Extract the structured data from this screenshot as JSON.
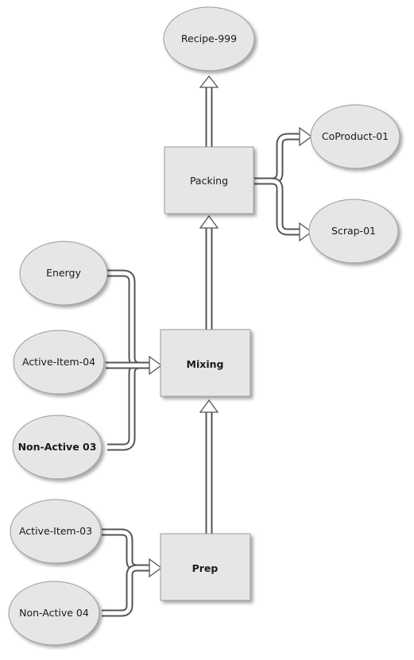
{
  "diagram": {
    "nodes": {
      "recipe": {
        "label": "Recipe-999",
        "shape": "ellipse"
      },
      "packing": {
        "label": "Packing",
        "shape": "process"
      },
      "coproduct": {
        "label": "CoProduct-01",
        "shape": "ellipse"
      },
      "scrap": {
        "label": "Scrap-01",
        "shape": "ellipse"
      },
      "energy": {
        "label": "Energy",
        "shape": "ellipse"
      },
      "active_item_04": {
        "label": "Active-Item-04",
        "shape": "ellipse"
      },
      "mixing": {
        "label": "Mixing",
        "shape": "process"
      },
      "non_active_03": {
        "label": "Non-Active 03",
        "shape": "ellipse"
      },
      "active_item_03": {
        "label": "Active-Item-03",
        "shape": "ellipse"
      },
      "prep": {
        "label": "Prep",
        "shape": "process"
      },
      "non_active_04": {
        "label": "Non-Active 04",
        "shape": "ellipse"
      }
    },
    "edges": [
      {
        "from": "Packing",
        "to": "Recipe-999"
      },
      {
        "from": "Packing",
        "to": "CoProduct-01"
      },
      {
        "from": "Packing",
        "to": "Scrap-01"
      },
      {
        "from": "Mixing",
        "to": "Packing"
      },
      {
        "from": "Energy",
        "to": "Mixing"
      },
      {
        "from": "Active-Item-04",
        "to": "Mixing"
      },
      {
        "from": "Non-Active 03",
        "to": "Mixing"
      },
      {
        "from": "Prep",
        "to": "Mixing"
      },
      {
        "from": "Active-Item-03",
        "to": "Prep"
      },
      {
        "from": "Non-Active 04",
        "to": "Prep"
      }
    ],
    "colors": {
      "ellipse_fill": "#e6e6e6",
      "box_fill": "#e6e6e6",
      "outline": "#9a9a9a",
      "shadow": "#bdbdbd",
      "arrow_fill": "#ffffff",
      "arrow_stroke": "#555555"
    }
  }
}
